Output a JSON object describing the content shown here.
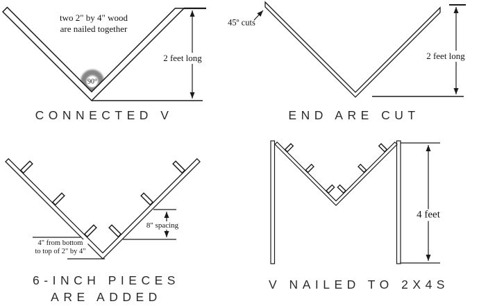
{
  "background_color": "#ffffff",
  "ink_color": "#1a1a1a",
  "angle_marker_color": "#858585",
  "panels": {
    "connected_v": {
      "title": "CONNECTED V",
      "note_line1": "two 2\" by 4\" wood",
      "note_line2": "are nailed together",
      "angle_label": "90°",
      "dimension_label": "2 feet long"
    },
    "ends_are_cut": {
      "title": "END ARE CUT",
      "cut_label": "45º cuts",
      "dimension_label": "2 feet long"
    },
    "six_inch_pieces": {
      "title_line1": "6-INCH PIECES",
      "title_line2": "ARE ADDED",
      "spacing_label": "8\" spacing",
      "offset_label_line1": "4\" from bottom",
      "offset_label_line2": "to top of 2\" by 4\""
    },
    "v_nailed_to_2x4s": {
      "title": "V NAILED TO 2X4S",
      "dimension_label": "4 feet"
    }
  }
}
